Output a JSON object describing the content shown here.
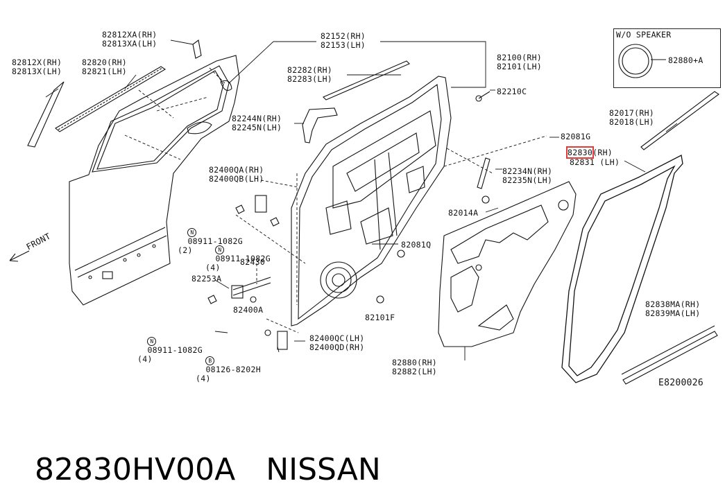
{
  "labels": {
    "l82812XA": "82812XA(RH)\n82813XA(LH)",
    "l82812X": "82812X(RH)\n82813X(LH)",
    "l82820": "82820(RH)\n82821(LH)",
    "l82152": "82152(RH)\n82153(LH)",
    "l82100": "82100(RH)\n82101(LH)",
    "l82282": "82282(RH)\n82283(LH)",
    "l82210C": "82210C",
    "l82244N": "82244N(RH)\n82245N(LH)",
    "l82081G": "82081G",
    "l82400QA": "82400QA(RH)\n82400QB(LH)",
    "l82234N": "82234N(RH)\n82235N(LH)",
    "l08911a": "08911-1082G\n(2)",
    "l08911b": "08911-1082G\n(4)",
    "l82014A": "82014A",
    "l82081Q": "82081Q",
    "l82430": "82430",
    "l82253A": "82253A",
    "l82400A": "82400A",
    "l82101F": "82101F",
    "l08911c": "08911-1082G\n(4)",
    "l82400QC": "82400QC(LH)\n82400QD(RH)",
    "l08126": "08126-8202H\n(4)",
    "l82880": "82880(RH)\n82882(LH)",
    "l82838MA": "82838MA(RH)\n82839MA(LH)",
    "l82017": "82017(RH)\n82018(LH)",
    "l82830": "82830",
    "l82830rh": "(RH)",
    "l82831": "82831 (LH)",
    "front": "FRONT",
    "wo_speaker": "W/O SPEAKER",
    "l82880A": "82880+A",
    "code": "E8200026",
    "circle_n": "N",
    "circle_b": "B"
  },
  "footer": {
    "part_number": "82830HV00A",
    "brand": "NISSAN"
  },
  "highlight_color": "#e53935"
}
